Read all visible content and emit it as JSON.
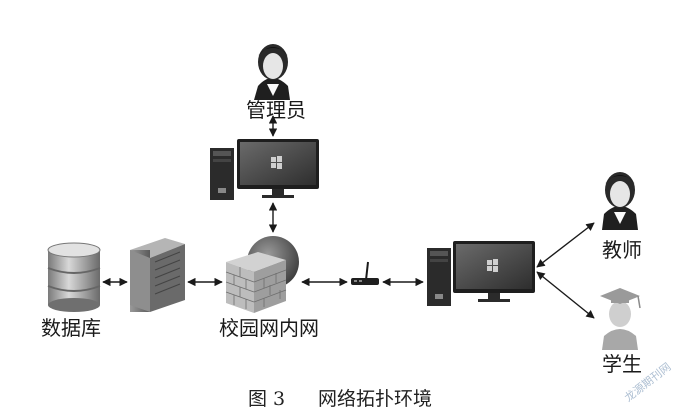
{
  "labels": {
    "admin": "管理员",
    "database": "数据库",
    "campus_net": "校园网内网",
    "teacher": "教师",
    "student": "学生"
  },
  "caption": {
    "number": "图 3",
    "title": "网络拓扑环境"
  },
  "watermark": "龙源期刊网",
  "colors": {
    "line": "#1a1a1a",
    "device_dark": "#2b2b2b",
    "device_gray": "#8c8c8c",
    "screen": "#4a4a4a",
    "firewall": "#bdbdbd",
    "globe": "#5a5a5a"
  }
}
